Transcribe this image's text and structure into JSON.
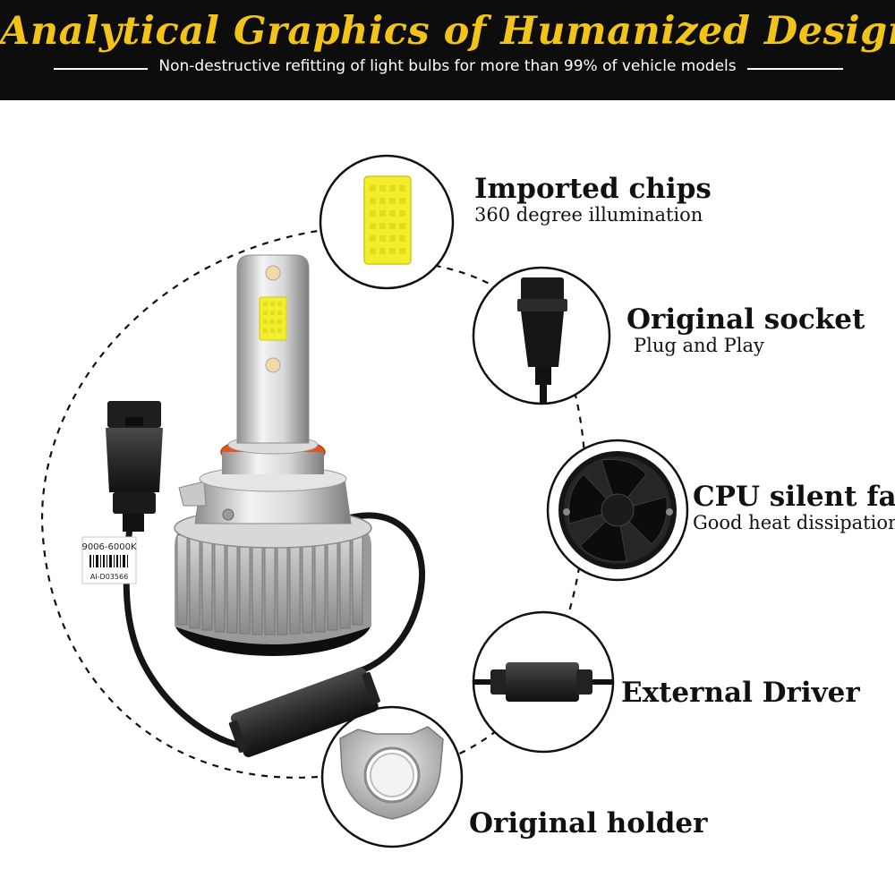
{
  "header": {
    "title": "Analytical Graphics of Humanized Design",
    "subtitle": "Non-destructive refitting of light bulbs for more than 99% of vehicle models"
  },
  "product": {
    "sticker_model": "9006-6000K",
    "sticker_code": "AI-D03566"
  },
  "features": [
    {
      "title": "Imported chips",
      "subtitle": "360 degree illumination",
      "icon": "led-chip-icon"
    },
    {
      "title": "Original socket",
      "subtitle": "Plug and Play",
      "icon": "socket-plug-icon"
    },
    {
      "title": "CPU silent fan",
      "subtitle": "Good heat dissipation",
      "icon": "cooling-fan-icon"
    },
    {
      "title": "External Driver",
      "subtitle": "",
      "icon": "driver-module-icon"
    },
    {
      "title": "Original holder",
      "subtitle": "",
      "icon": "bulb-holder-icon"
    }
  ],
  "colors": {
    "banner_bg": "#0d0d0d",
    "title_gold": "#f2c318",
    "chip_yellow": "#f2ee2e",
    "o_ring": "#e0561e"
  }
}
